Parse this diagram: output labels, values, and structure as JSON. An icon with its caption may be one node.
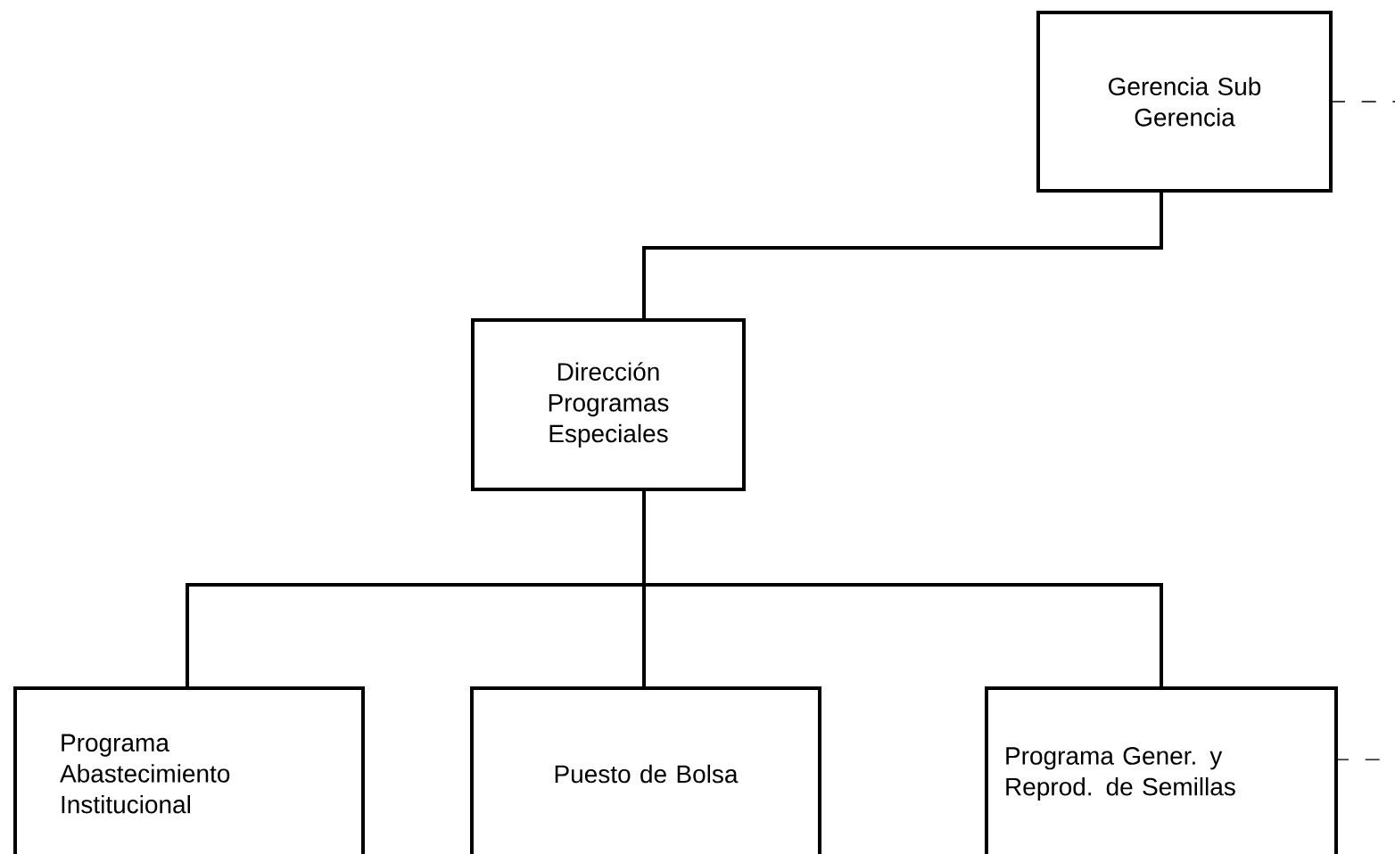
{
  "diagram": {
    "nodes": [
      {
        "text": [
          "Gerencia Sub Gerencia"
        ]
      },
      {
        "text": [
          "Dirección Programas Especiales"
        ]
      },
      {
        "text": [
          "Programa Abastecimiento Institucional"
        ]
      },
      {
        "text": [
          "Puesto de Bolsa"
        ]
      },
      {
        "text": [
          "Programa Gener. y Reprod. de Semillas"
        ]
      }
    ],
    "edges": [
      {
        "from": 0,
        "to": 1,
        "arrow": "none"
      },
      {
        "from": 1,
        "to": 2,
        "arrow": "none"
      },
      {
        "from": 1,
        "to": 3,
        "arrow": "none"
      },
      {
        "from": 1,
        "to": 4,
        "arrow": "none"
      }
    ]
  }
}
